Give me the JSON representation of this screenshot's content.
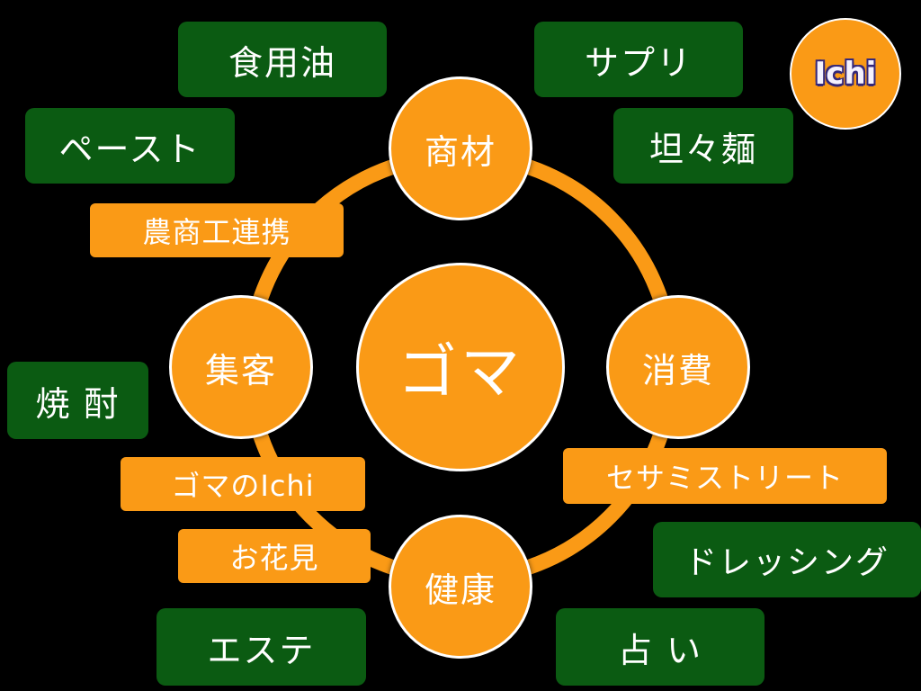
{
  "colors": {
    "background": "#000000",
    "orange": "#fa9a16",
    "green": "#0b5b12",
    "text": "#ffffff",
    "logo_outline": "#35287a"
  },
  "center": {
    "label": "ゴマ"
  },
  "nodes": {
    "top": "商材",
    "right": "消費",
    "bottom": "健康",
    "left": "集客"
  },
  "keywords": {
    "cooking_oil": "食用油",
    "supplement": "サプリ",
    "paste": "ペースト",
    "tantanmen": "坦々麺",
    "shochu": "焼 酎",
    "dressing": "ドレッシング",
    "esthetics": "エステ",
    "fortune": "占 い"
  },
  "orange_labels": {
    "agri_commerce": "農商工連携",
    "goma_ichi": "ゴマのIchi",
    "hanami": "お花見",
    "sesame_street": "セサミストリート"
  },
  "logo": {
    "text": "Ichi"
  }
}
